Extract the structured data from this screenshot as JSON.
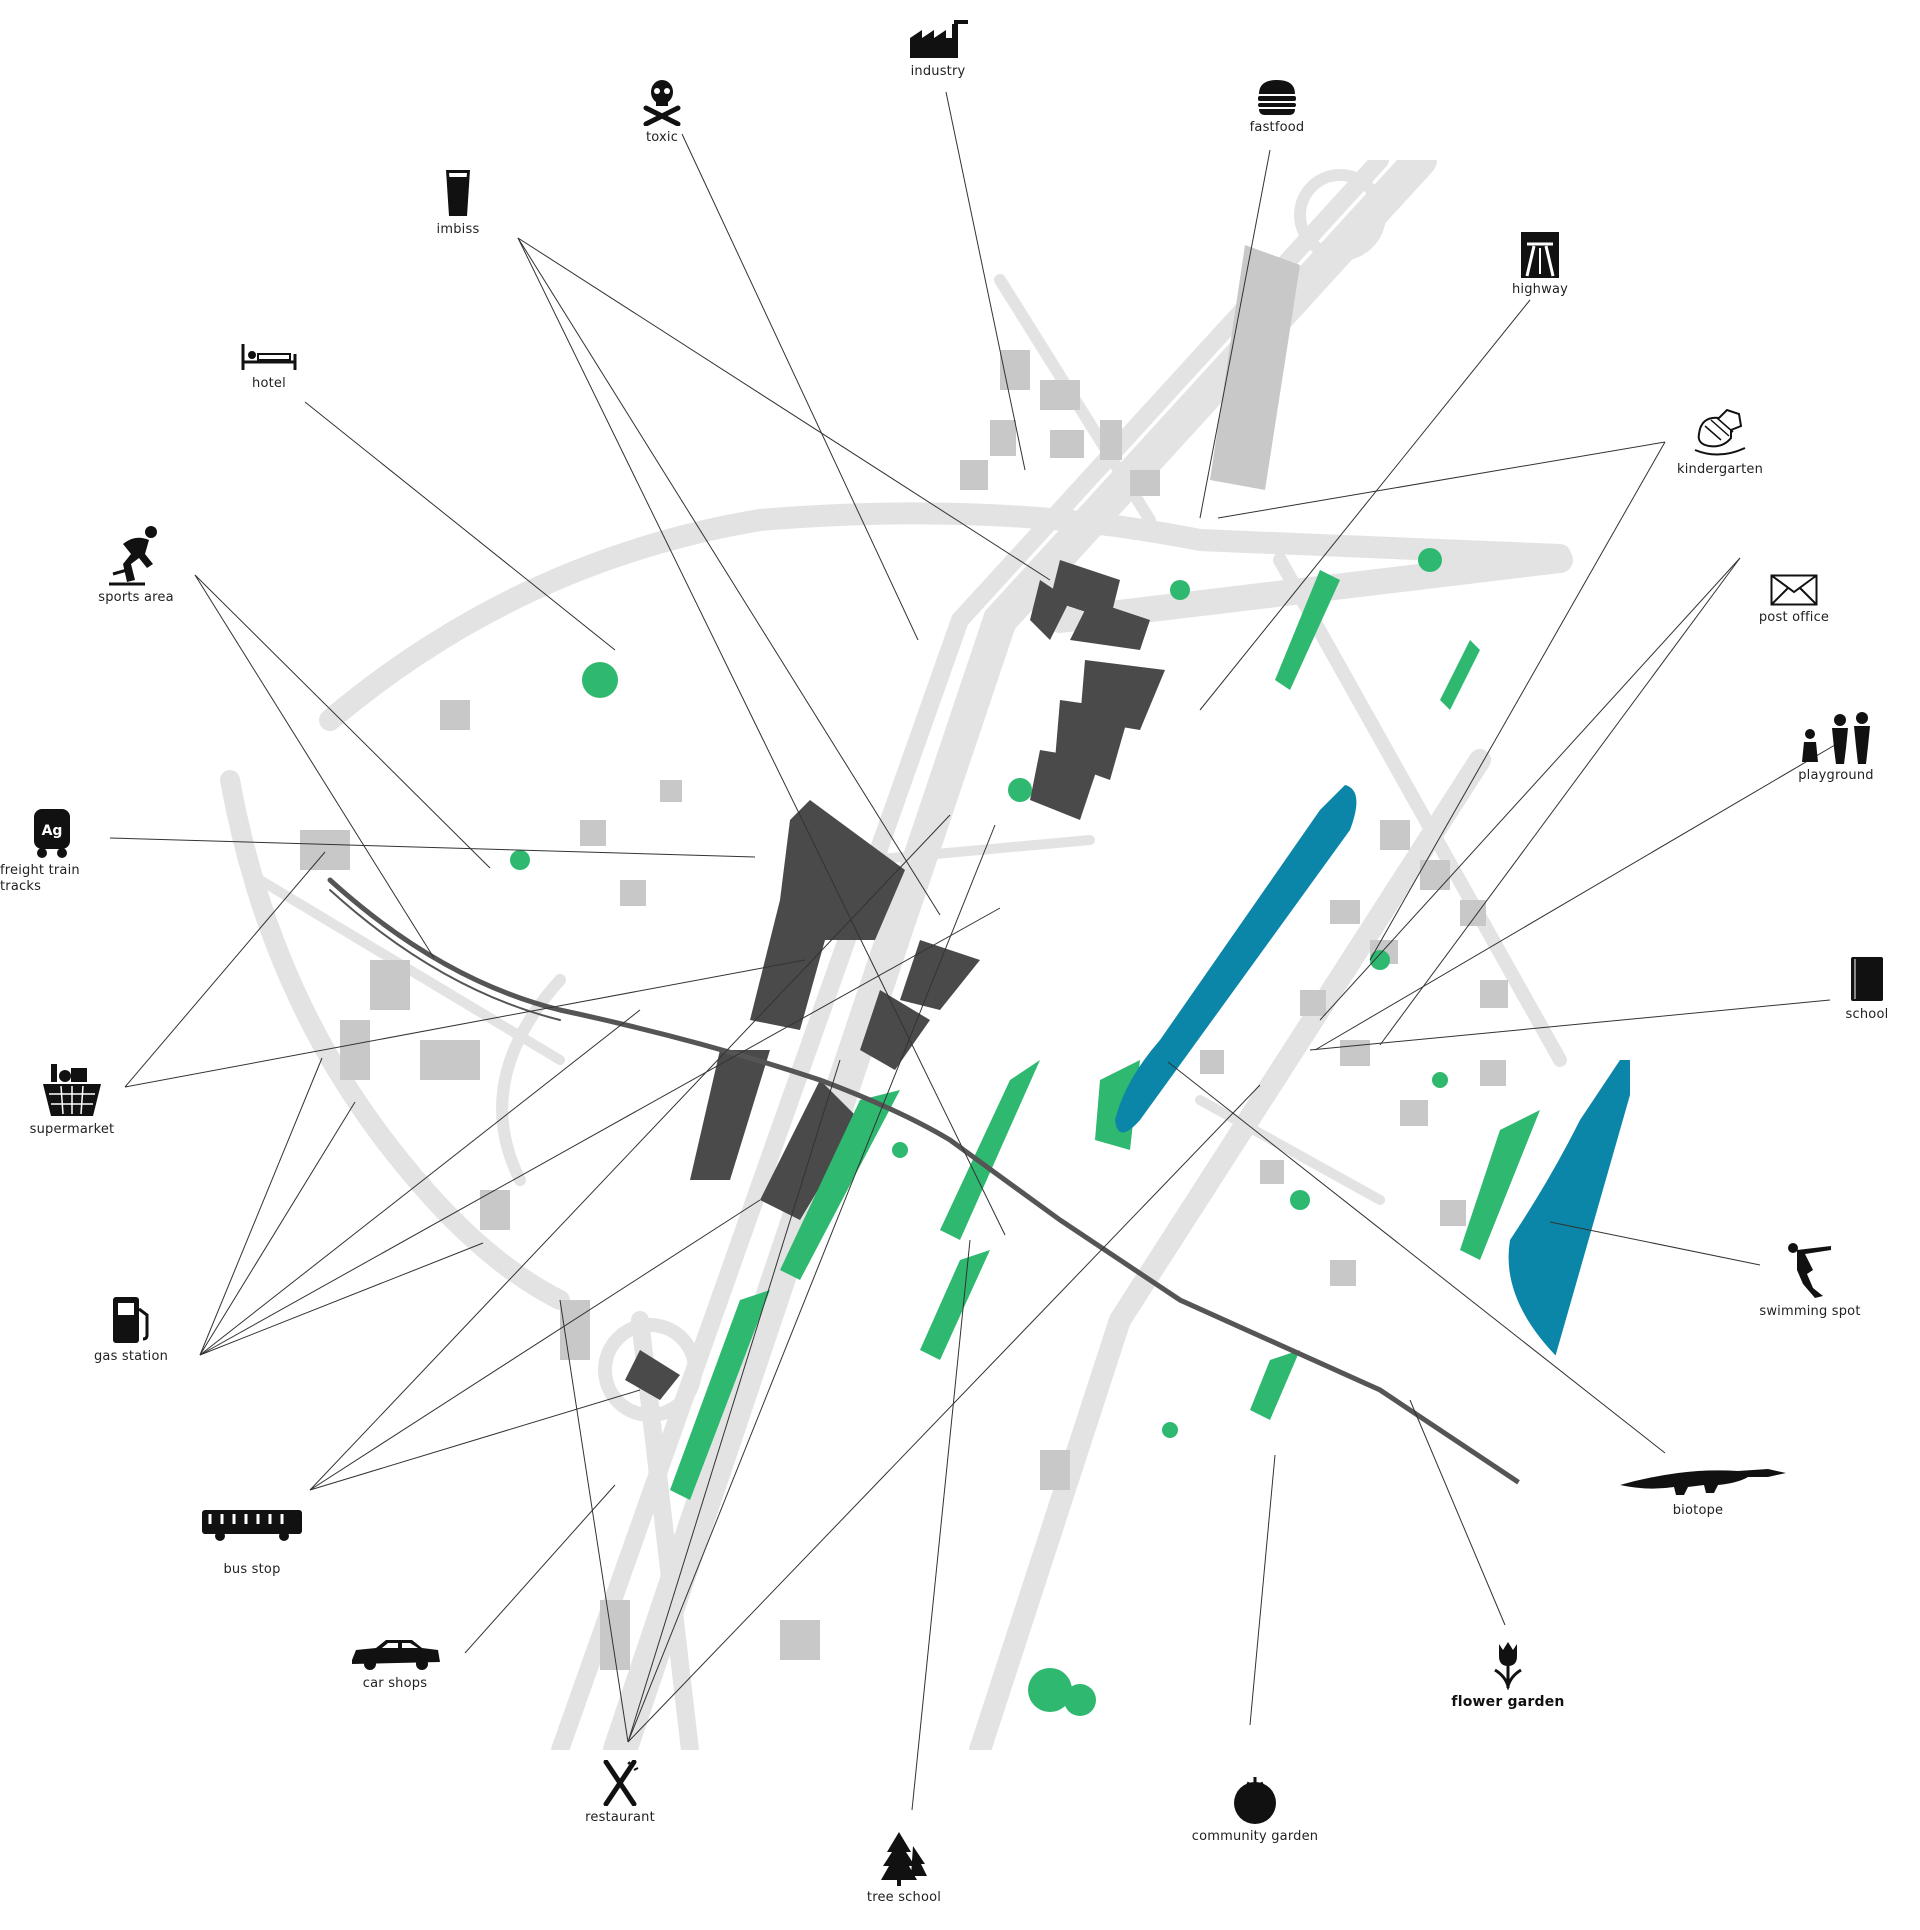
{
  "legend": {
    "industry": "industry",
    "toxic": "toxic",
    "fastfood": "fastfood",
    "imbiss": "imbiss",
    "highway": "highway",
    "hotel": "hotel",
    "kindergarten": "kindergarten",
    "sports_area": "sports area",
    "post_office": "post office",
    "playground": "playground",
    "freight_train_tracks": "freight train\ntracks",
    "school": "school",
    "supermarket": "supermarket",
    "swimming_spot": "swimming spot",
    "gas_station": "gas station",
    "biotope": "biotope",
    "bus_stop": "bus stop",
    "flower_garden": "flower garden",
    "car_shops": "car shops",
    "restaurant": "restaurant",
    "community_garden": "community garden",
    "tree_school": "tree school"
  },
  "icon_glyphs": {
    "post_office_icon": "✉",
    "toxic_icon": "☠"
  },
  "colors": {
    "road": "#e3e3e3",
    "building_light": "#c8c8c8",
    "building_dark": "#4a4a4a",
    "vegetation": "#2fb970",
    "water": "#0b86a8",
    "rail": "#555555",
    "leader_line": "#333333",
    "icon": "#111111"
  }
}
